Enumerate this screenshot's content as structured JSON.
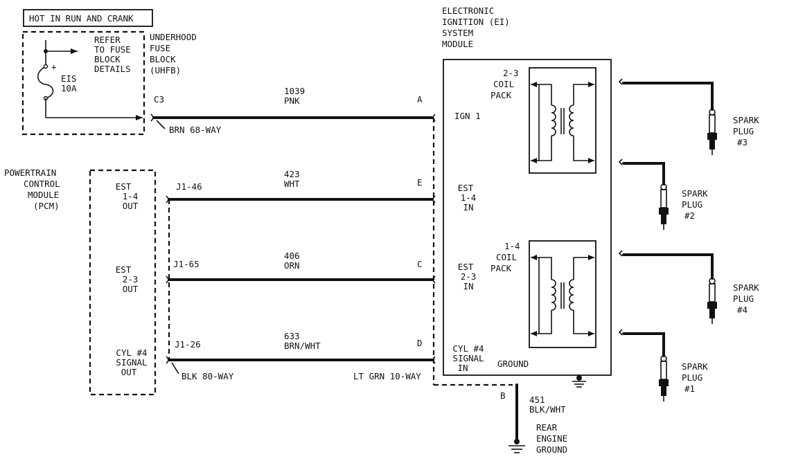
{
  "header": {
    "label": "HOT IN RUN AND CRANK"
  },
  "fuse_block": {
    "name_lines": [
      "UNDERHOOD",
      "FUSE",
      "BLOCK",
      "(UHFB)"
    ],
    "refer_lines": [
      "REFER",
      "TO FUSE",
      "BLOCK",
      "DETAILS"
    ],
    "fuse_lines": [
      "EIS",
      "10A"
    ],
    "plus": "+",
    "connector_pin": "C3",
    "connector_name": "BRN 68-WAY"
  },
  "pcm": {
    "name_lines": [
      "POWERTRAIN",
      "CONTROL",
      "MODULE",
      "(PCM)"
    ],
    "connector_name": "BLK 80-WAY"
  },
  "ei_module": {
    "name_lines": [
      "ELECTRONIC",
      "IGNITION (EI)",
      "SYSTEM",
      "MODULE"
    ],
    "connector_name": "LT GRN 10-WAY",
    "ground_label": "GROUND",
    "ground_pin": "B",
    "ground_circuit": "451",
    "ground_color": "BLK/WHT"
  },
  "circuits": [
    {
      "pcm_terminal": [],
      "pin": "C3",
      "circuit": "1039",
      "color": "PNK",
      "ei_pin": "A",
      "ei_terminal": [
        "IGN 1"
      ]
    },
    {
      "pcm_terminal": [
        "EST",
        "1-4",
        "OUT"
      ],
      "pin": "J1-46",
      "circuit": "423",
      "color": "WHT",
      "ei_pin": "E",
      "ei_terminal": [
        "EST",
        "1-4",
        "IN"
      ]
    },
    {
      "pcm_terminal": [
        "EST",
        "2-3",
        "OUT"
      ],
      "pin": "J1-65",
      "circuit": "406",
      "color": "ORN",
      "ei_pin": "C",
      "ei_terminal": [
        "EST",
        "2-3",
        "IN"
      ]
    },
    {
      "pcm_terminal": [
        "CYL #4",
        "SIGNAL",
        "OUT"
      ],
      "pin": "J1-26",
      "circuit": "633",
      "color": "BRN/WHT",
      "ei_pin": "D",
      "ei_terminal": [
        "CYL #4",
        "SIGNAL",
        "IN"
      ]
    }
  ],
  "coil_packs": [
    {
      "name_lines": [
        "2-3",
        "COIL",
        "PACK"
      ]
    },
    {
      "name_lines": [
        "1-4",
        "COIL",
        "PACK"
      ]
    }
  ],
  "spark_plugs": [
    {
      "lines": [
        "SPARK",
        "PLUG",
        "#3"
      ]
    },
    {
      "lines": [
        "SPARK",
        "PLUG",
        "#2"
      ]
    },
    {
      "lines": [
        "SPARK",
        "PLUG",
        "#4"
      ]
    },
    {
      "lines": [
        "SPARK",
        "PLUG",
        "#1"
      ]
    }
  ],
  "rear_ground": {
    "lines": [
      "REAR",
      "ENGINE",
      "GROUND"
    ]
  }
}
